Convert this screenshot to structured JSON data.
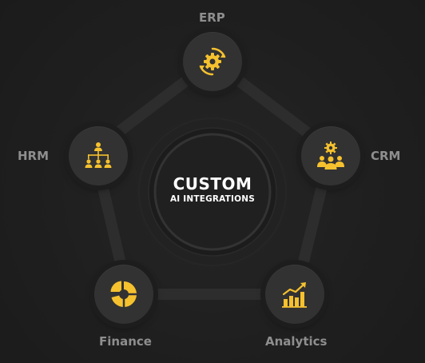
{
  "center": {
    "title": "CUSTOM",
    "subtitle": "AI INTEGRATIONS"
  },
  "nodes": [
    {
      "label": "ERP",
      "icon": "gear-cycle-icon"
    },
    {
      "label": "CRM",
      "icon": "team-gear-icon"
    },
    {
      "label": "Analytics",
      "icon": "bar-chart-up-icon"
    },
    {
      "label": "Finance",
      "icon": "pie-chart-icon"
    },
    {
      "label": "HRM",
      "icon": "org-chart-icon"
    }
  ],
  "colors": {
    "accent": "#f5c12e",
    "background": "#1e1e1e",
    "node": "#323232",
    "ring": "#2e2e2e",
    "label": "#8e8e8e"
  }
}
